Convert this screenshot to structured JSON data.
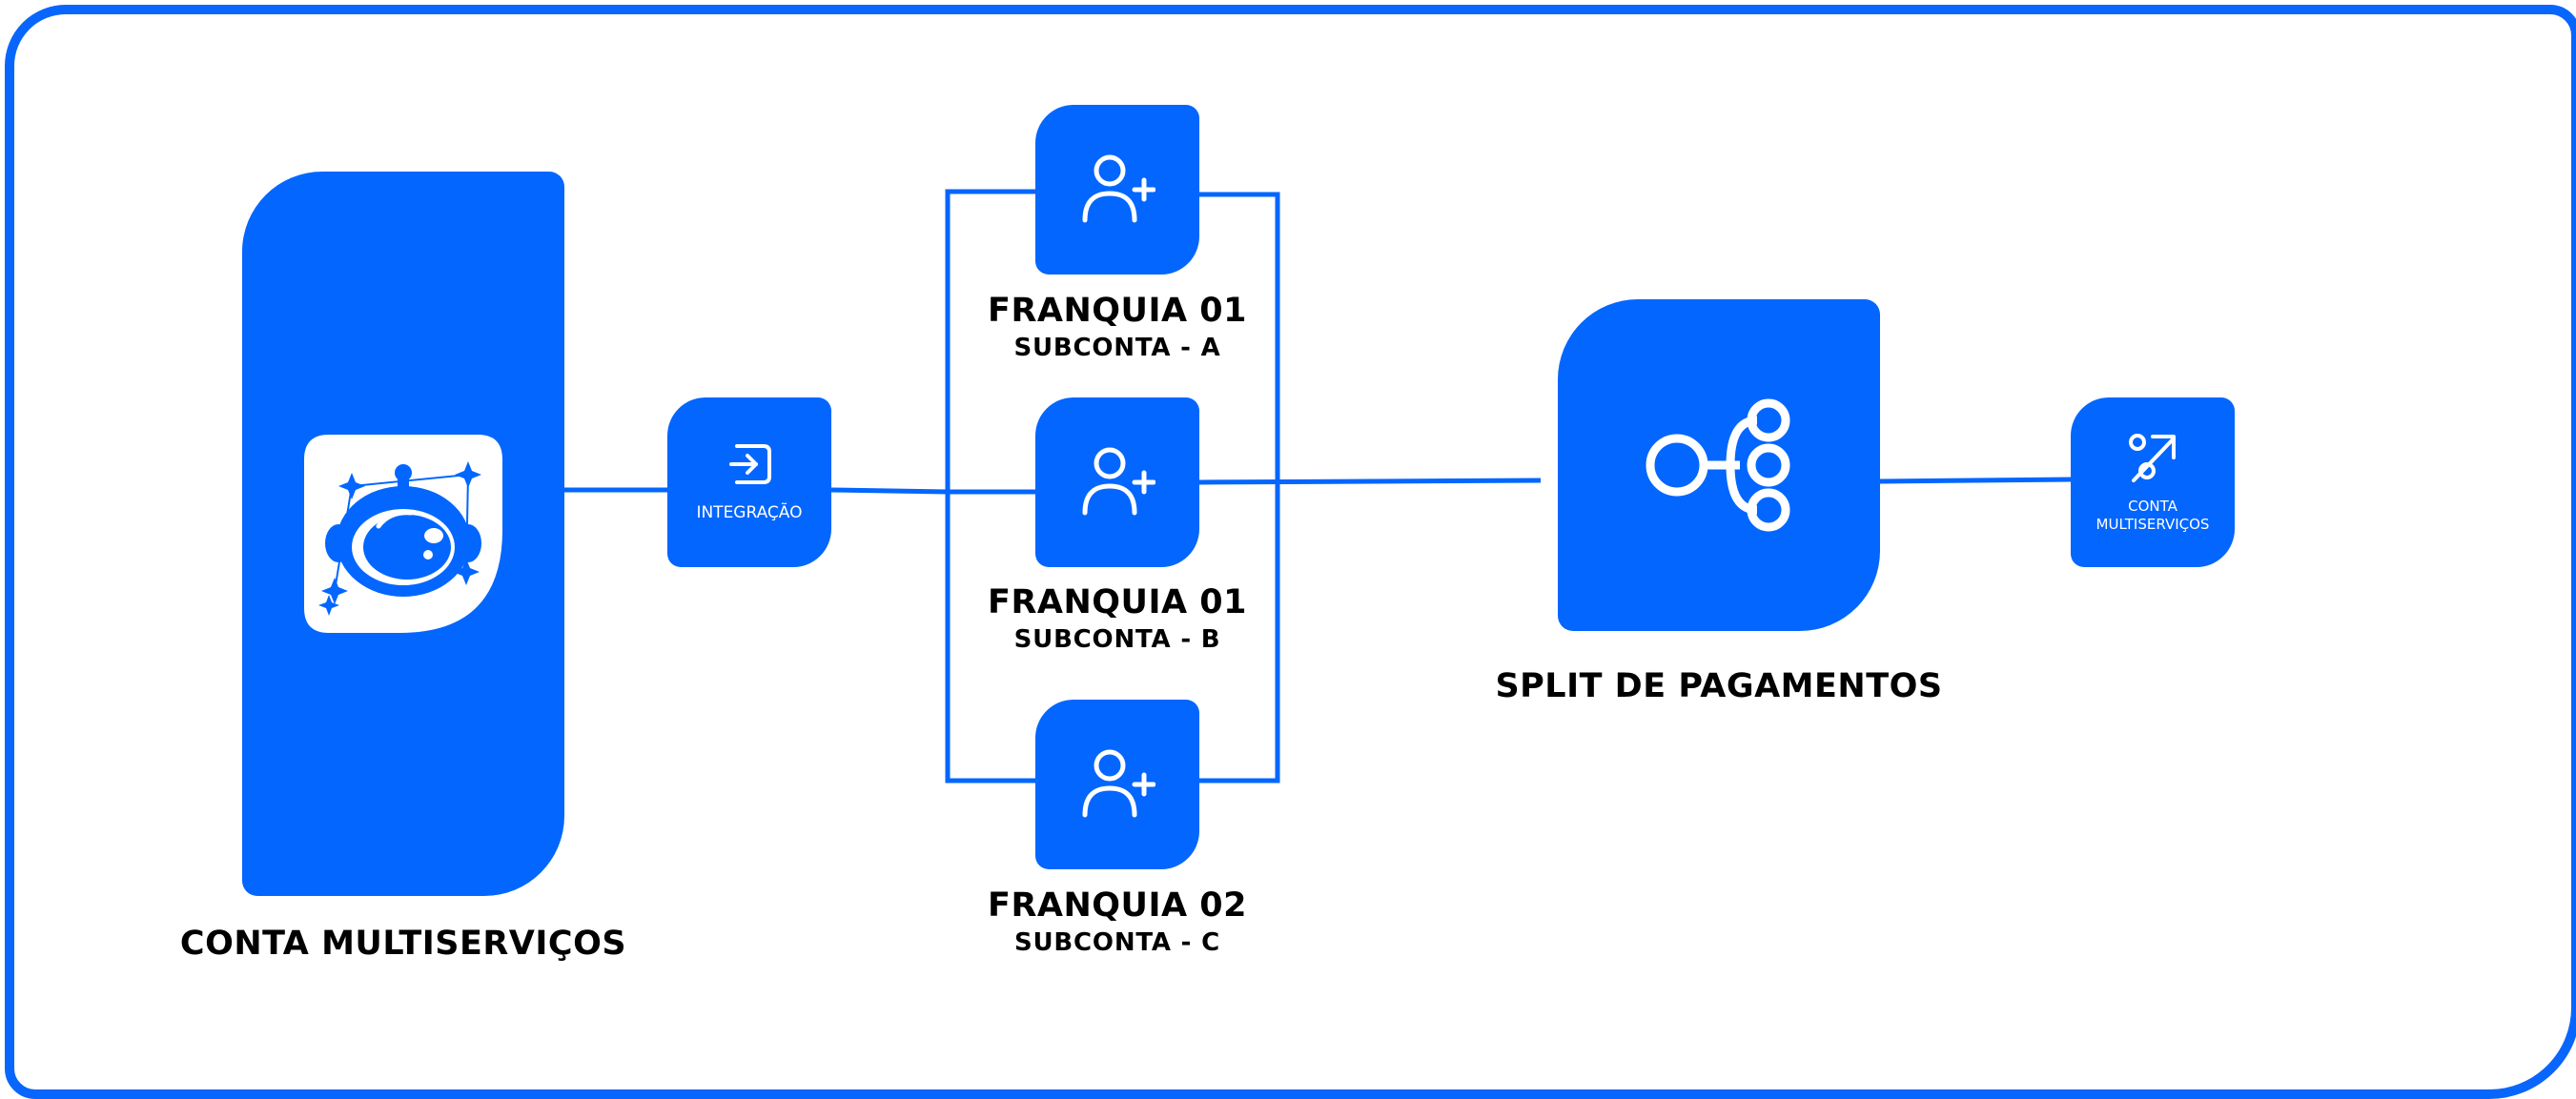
{
  "colors": {
    "primary": "#0366ff",
    "border": "#0966fd",
    "text": "#000000",
    "on_primary": "#ffffff"
  },
  "main_account": {
    "label": "CONTA MULTISERVIÇOS",
    "icon": "astronaut-logo-icon"
  },
  "integration": {
    "label": "INTEGRAÇÃO",
    "icon": "sign-in-arrow-icon"
  },
  "franchises": [
    {
      "title": "FRANQUIA 01",
      "subtitle": "SUBCONTA - A",
      "icon": "user-plus-icon"
    },
    {
      "title": "FRANQUIA 01",
      "subtitle": "SUBCONTA - B",
      "icon": "user-plus-icon"
    },
    {
      "title": "FRANQUIA 02",
      "subtitle": "SUBCONTA - C",
      "icon": "user-plus-icon"
    }
  ],
  "split": {
    "label": "SPLIT DE PAGAMENTOS",
    "icon": "split-branch-icon"
  },
  "destination": {
    "label_line1": "CONTA",
    "label_line2": "MULTISERVIÇOS",
    "icon": "percent-arrow-icon"
  }
}
